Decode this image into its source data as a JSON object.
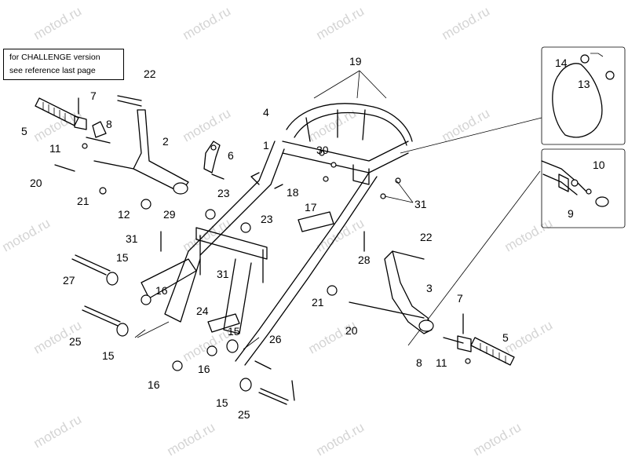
{
  "note": {
    "line1": "for CHALLENGE version",
    "line2": "see reference last page"
  },
  "watermark": "motod.ru",
  "callouts": {
    "c1": "1",
    "c2": "2",
    "c3": "3",
    "c4": "4",
    "c5a": "5",
    "c5b": "5",
    "c6": "6",
    "c7a": "7",
    "c7b": "7",
    "c8a": "8",
    "c8b": "8",
    "c9": "9",
    "c10": "10",
    "c11a": "11",
    "c11b": "11",
    "c12": "12",
    "c13": "13",
    "c14": "14",
    "c15a": "15",
    "c15b": "15",
    "c15c": "15",
    "c15d": "15",
    "c16a": "16",
    "c16b": "16",
    "c16c": "16",
    "c17": "17",
    "c18": "18",
    "c19": "19",
    "c20a": "20",
    "c20b": "20",
    "c21a": "21",
    "c21b": "21",
    "c22a": "22",
    "c22b": "22",
    "c23a": "23",
    "c23b": "23",
    "c24": "24",
    "c25a": "25",
    "c25b": "25",
    "c26": "26",
    "c27": "27",
    "c28": "28",
    "c29": "29",
    "c30": "30",
    "c31a": "31",
    "c31b": "31",
    "c31c": "31"
  }
}
